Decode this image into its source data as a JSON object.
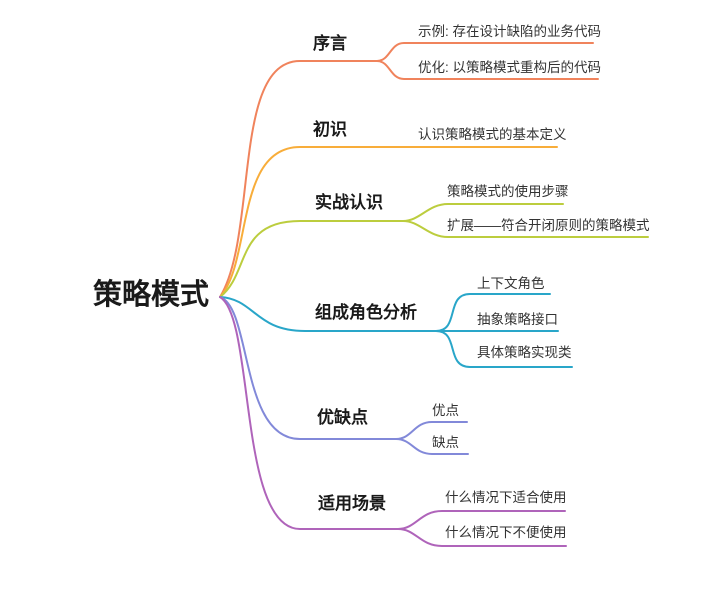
{
  "root": {
    "label": "策略模式"
  },
  "branches": [
    {
      "label": "序言",
      "color": "#F0835C",
      "children": [
        {
          "label": "示例: 存在设计缺陷的业务代码"
        },
        {
          "label": "优化: 以策略模式重构后的代码"
        }
      ]
    },
    {
      "label": "初识",
      "color": "#F8AD3A",
      "children": [
        {
          "label": "认识策略模式的基本定义"
        }
      ]
    },
    {
      "label": "实战认识",
      "color": "#BCCD3E",
      "children": [
        {
          "label": "策略模式的使用步骤"
        },
        {
          "label": "扩展——符合开闭原则的策略模式"
        }
      ]
    },
    {
      "label": "组成角色分析",
      "color": "#29A6C9",
      "children": [
        {
          "label": "上下文角色"
        },
        {
          "label": "抽象策略接口"
        },
        {
          "label": "具体策略实现类"
        }
      ]
    },
    {
      "label": "优缺点",
      "color": "#8289D9",
      "children": [
        {
          "label": "优点"
        },
        {
          "label": "缺点"
        }
      ]
    },
    {
      "label": "适用场景",
      "color": "#AF64BA",
      "children": [
        {
          "label": "什么情况下适合使用"
        },
        {
          "label": "什么情况下不便使用"
        }
      ]
    }
  ],
  "colors": {
    "background": "#FFFFFF",
    "root_text": "#1A1A1A",
    "topic_text": "#1A1A1A",
    "subtopic_text": "#333333"
  }
}
